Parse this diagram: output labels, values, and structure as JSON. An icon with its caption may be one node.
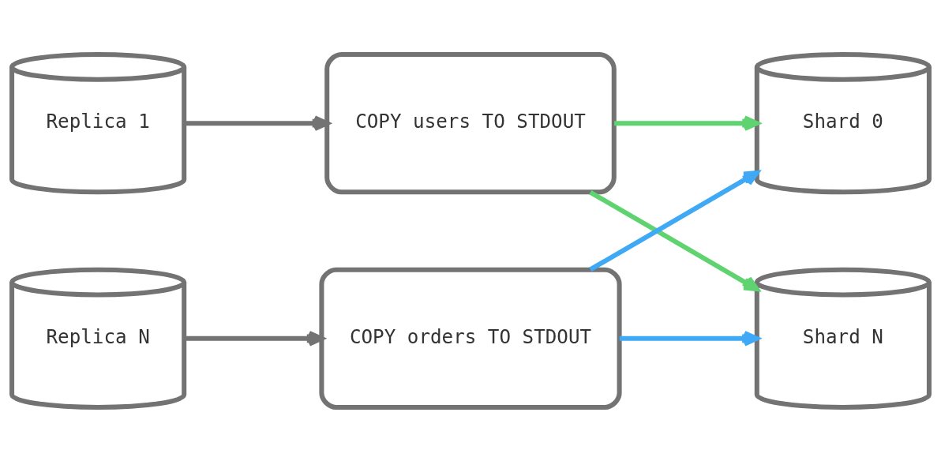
{
  "diagram": {
    "nodes": [
      {
        "text": [
          "Replica 1"
        ]
      },
      {
        "text": [
          "COPY users TO STDOUT"
        ]
      },
      {
        "text": [
          "Shard 0"
        ]
      },
      {
        "text": [
          "Replica N"
        ]
      },
      {
        "text": [
          "COPY orders TO STDOUT"
        ]
      },
      {
        "text": [
          "Shard N"
        ]
      }
    ],
    "edges": [
      {
        "from": 0,
        "to": 1,
        "arrow": "to"
      },
      {
        "from": 3,
        "to": 4,
        "arrow": "to"
      },
      {
        "from": 1,
        "to": 2,
        "arrow": "to",
        "color": "#5fd36f"
      },
      {
        "from": 1,
        "to": 5,
        "arrow": "to",
        "color": "#5fd36f"
      },
      {
        "from": 4,
        "to": 2,
        "arrow": "to",
        "color": "#3fa9f5"
      },
      {
        "from": 4,
        "to": 5,
        "arrow": "to",
        "color": "#3fa9f5"
      }
    ]
  }
}
